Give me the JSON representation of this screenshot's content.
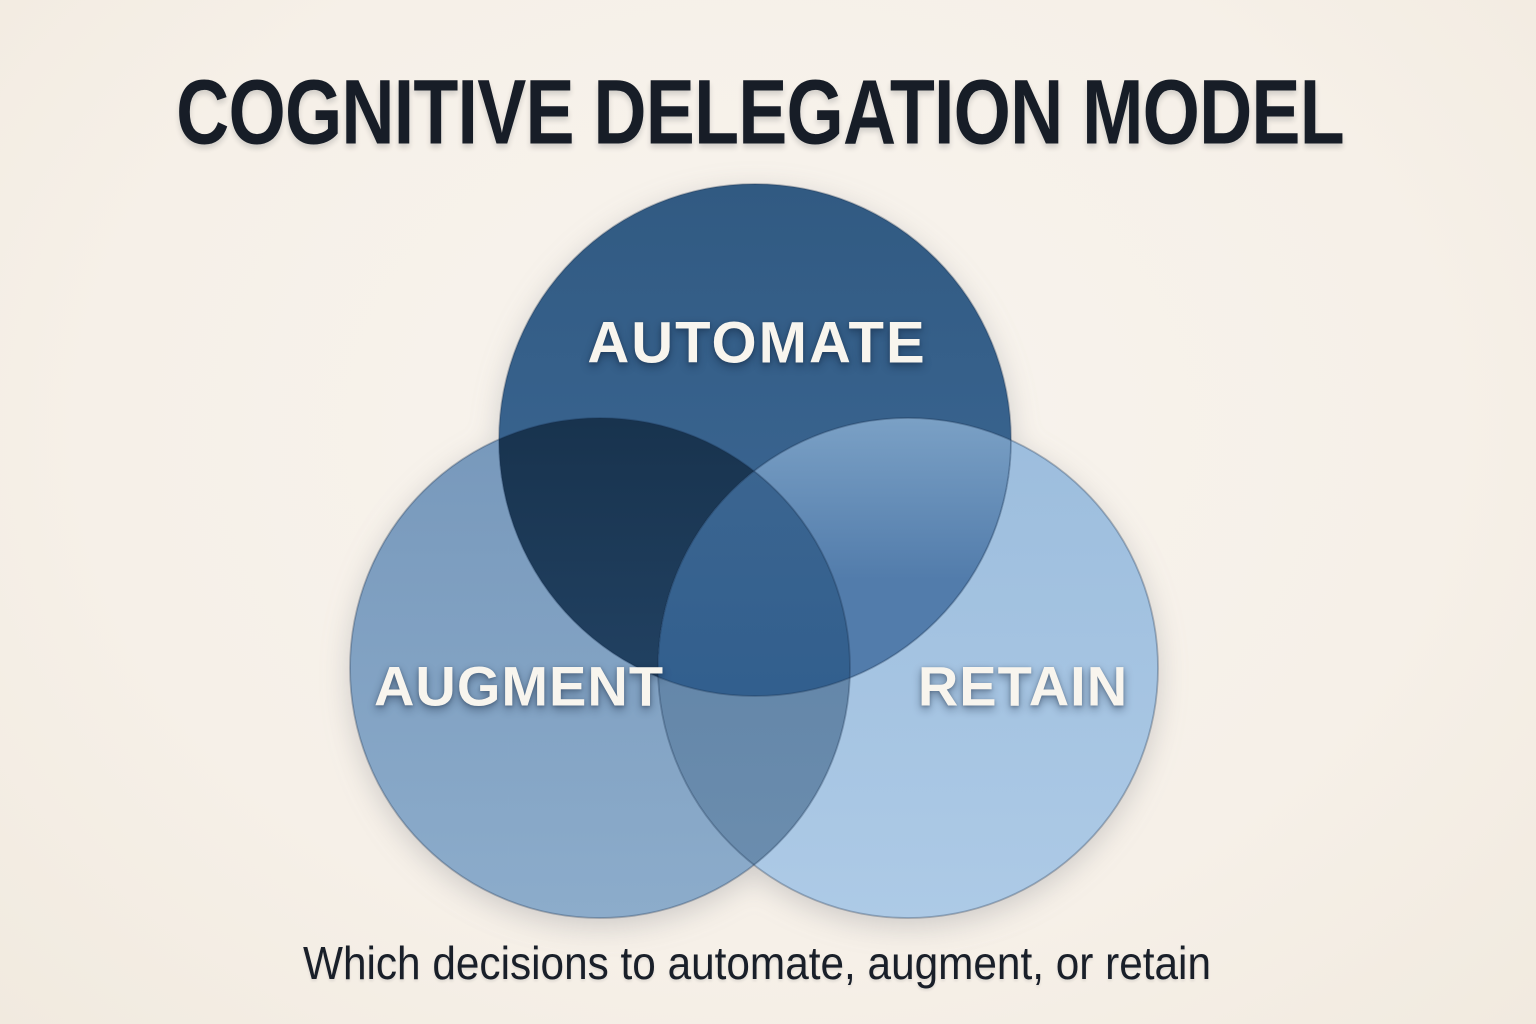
{
  "title": "COGNITIVE DELEGATION MODEL",
  "subtitle": "Which decisions to automate, augment, or retain",
  "diagram": {
    "type": "venn-3-circle",
    "background_color": "#f6f1e9",
    "title_color": "#171d27",
    "label_color": "#f8f5ee",
    "sets": [
      {
        "id": "automate",
        "label": "AUTOMATE"
      },
      {
        "id": "augment",
        "label": "AUGMENT"
      },
      {
        "id": "retain",
        "label": "RETAIN"
      }
    ],
    "region_colors": {
      "automate_top": "#315a82",
      "automate_bottom": "#3e6a98",
      "augment_top": "#7798bb",
      "augment_bottom": "#8caccb",
      "retain_top": "#9cbddd",
      "retain_bottom": "#adcae6",
      "automate_augment_top": "#18334e",
      "automate_augment_bottom": "#224263",
      "automate_retain_top": "#7aa0c5",
      "automate_retain_bottom": "#527cab",
      "augment_retain_top": "#5d80a4",
      "augment_retain_bottom": "#6b8dae",
      "center_top": "#3b6590",
      "center_bottom": "#325f8e"
    }
  }
}
